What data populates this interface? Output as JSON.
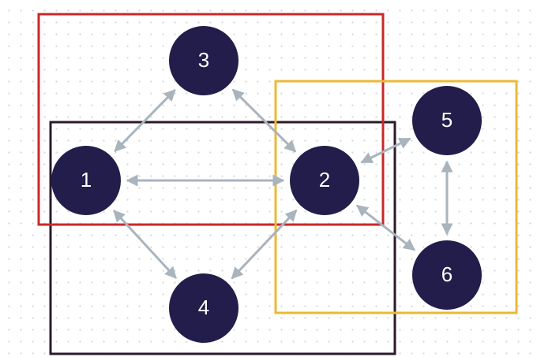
{
  "colors": {
    "background": "#ffffff",
    "node_fill": "#221d4a",
    "node_text": "#ffffff",
    "edge": "#a9b4bd",
    "group_red": "#c8282a",
    "group_dark": "#2a1a2c",
    "group_yellow": "#ecb835"
  },
  "nodes": [
    {
      "id": "1",
      "label": "1"
    },
    {
      "id": "2",
      "label": "2"
    },
    {
      "id": "3",
      "label": "3"
    },
    {
      "id": "4",
      "label": "4"
    },
    {
      "id": "5",
      "label": "5"
    },
    {
      "id": "6",
      "label": "6"
    }
  ],
  "edges": [
    {
      "from": "1",
      "to": "3",
      "bidirectional": true
    },
    {
      "from": "3",
      "to": "2",
      "bidirectional": true
    },
    {
      "from": "1",
      "to": "2",
      "bidirectional": true
    },
    {
      "from": "1",
      "to": "4",
      "bidirectional": true
    },
    {
      "from": "4",
      "to": "2",
      "bidirectional": true
    },
    {
      "from": "2",
      "to": "5",
      "bidirectional": true
    },
    {
      "from": "2",
      "to": "6",
      "bidirectional": true
    },
    {
      "from": "5",
      "to": "6",
      "bidirectional": true
    }
  ],
  "groups": [
    {
      "id": "red",
      "members": [
        "1",
        "2",
        "3"
      ]
    },
    {
      "id": "dark",
      "members": [
        "1",
        "2",
        "4"
      ]
    },
    {
      "id": "yellow",
      "members": [
        "2",
        "5",
        "6"
      ]
    }
  ]
}
